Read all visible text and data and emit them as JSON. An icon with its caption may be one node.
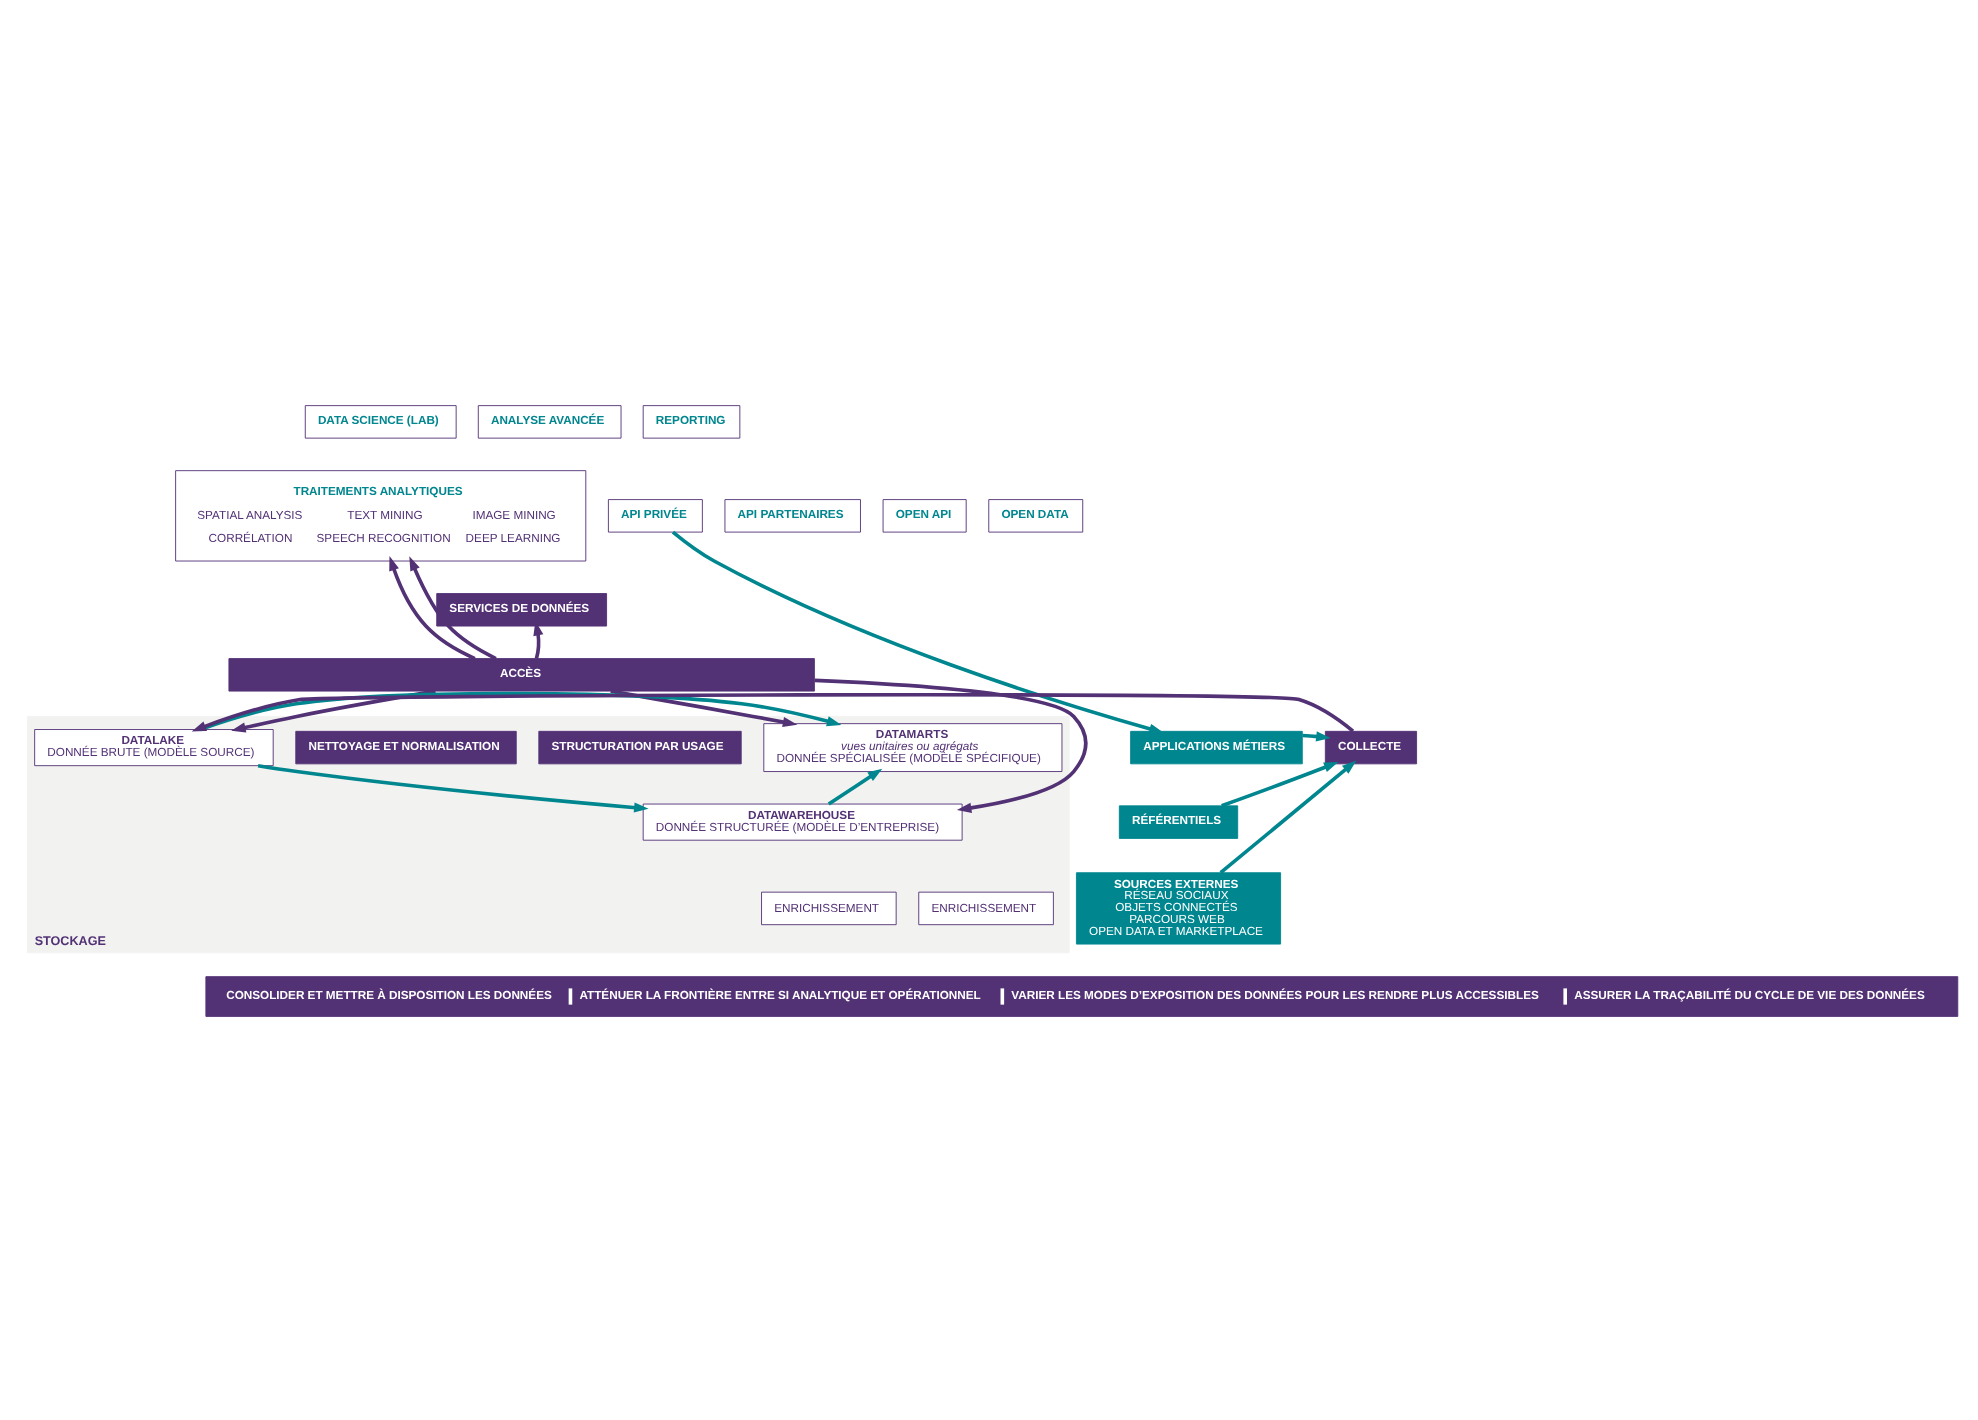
{
  "diagram": {
    "nodes": [
      {
        "text": [
          "DATA SCIENCE (LAB)"
        ]
      },
      {
        "text": [
          "ANALYSE AVANCÉE"
        ]
      },
      {
        "text": [
          "REPORTING"
        ]
      },
      {
        "text": [
          "TRAITEMENTS ANALYTIQUES",
          "SPATIAL ANALYSIS",
          "TEXT MINING",
          "IMAGE MINING",
          "CORRÉLATION",
          "SPEECH RECOGNITION",
          "DEEP LEARNING"
        ]
      },
      {
        "text": [
          "API PRIVÉE"
        ]
      },
      {
        "text": [
          "API PARTENAIRES"
        ]
      },
      {
        "text": [
          "OPEN API"
        ]
      },
      {
        "text": [
          "OPEN DATA"
        ]
      },
      {
        "text": [
          "SERVICES DE DONNÉES"
        ]
      },
      {
        "text": [
          "ACCÈS"
        ]
      },
      {
        "text": [
          "STOCKAGE"
        ]
      },
      {
        "text": [
          "APPLICATIONS MÉTIERS"
        ]
      },
      {
        "text": [
          "RÉFÉRENTIELS"
        ]
      },
      {
        "text": [
          "SOURCES EXTERNES",
          "RÉSEAU SOCIAUX",
          "OBJETS CONNECTÉS",
          "PARCOURS WEB",
          "OPEN DATA ET MARKETPLACE"
        ]
      },
      {
        "text": [
          "COLLECTE"
        ]
      },
      {
        "text": [
          "DATALAKE",
          "DONNÉE BRUTE (MODÈLE SOURCE)"
        ],
        "in": 10
      },
      {
        "text": [
          "NETTOYAGE ET NORMALISATION"
        ],
        "in": 10
      },
      {
        "text": [
          "DATAWAREHOUSE",
          "DONNÉE STRUCTURÉE (MODÈLE D’ENTREPRISE)"
        ],
        "in": 10
      },
      {
        "text": [
          "ENRICHISSEMENT"
        ],
        "in": 10
      },
      {
        "text": [
          "STRUCTURATION PAR USAGE"
        ],
        "in": 10
      },
      {
        "text": [
          "DATAMARTS",
          "vues unitaires ou agrégats",
          "DONNÉE SPÉCIALISÉE (MODÈLE SPÉCIFIQUE)"
        ],
        "in": 10
      },
      {
        "text": [
          "ENRICHISSEMENT"
        ],
        "in": 10
      },
      {
        "text": [
          "CONSOLIDER ET METTRE À DISPOSITION LES DONNÉES",
          "ATTÉNUER LA FRONTIÈRE ENTRE SI ANALYTIQUE ET OPÉRATIONNEL",
          "VARIER LES MODES D’EXPOSITION DES DONNÉES POUR LES RENDRE PLUS ACCESSIBLES",
          "ASSURER LA TRAÇABILITÉ DU CYCLE DE VIE DES DONNÉES"
        ]
      }
    ],
    "edges": [
      {
        "from": 4,
        "to": 11,
        "arrow": "to"
      },
      {
        "from": 11,
        "to": 14,
        "arrow": "to"
      },
      {
        "from": 12,
        "to": 14,
        "arrow": "to"
      },
      {
        "from": 13,
        "to": 14,
        "arrow": "to"
      },
      {
        "from": 14,
        "to": 15,
        "arrow": "to",
        "color": "#523175"
      },
      {
        "from": 9,
        "to": 3,
        "arrow": "to",
        "color": "#523175"
      },
      {
        "from": 9,
        "to": 3,
        "arrow": "to",
        "color": "#523175"
      },
      {
        "from": 9,
        "to": 8,
        "arrow": "to",
        "color": "#523175"
      },
      {
        "from": 9,
        "to": 15,
        "arrow": "to",
        "color": "#523175"
      },
      {
        "from": 9,
        "to": 17,
        "arrow": "to",
        "color": "#523175"
      },
      {
        "from": 9,
        "to": 20,
        "arrow": "to",
        "color": "#523175"
      },
      {
        "from": 15,
        "to": 20,
        "arrow": "to"
      },
      {
        "from": 15,
        "to": 17,
        "arrow": "to"
      },
      {
        "from": 17,
        "to": 20,
        "arrow": "to"
      }
    ]
  }
}
